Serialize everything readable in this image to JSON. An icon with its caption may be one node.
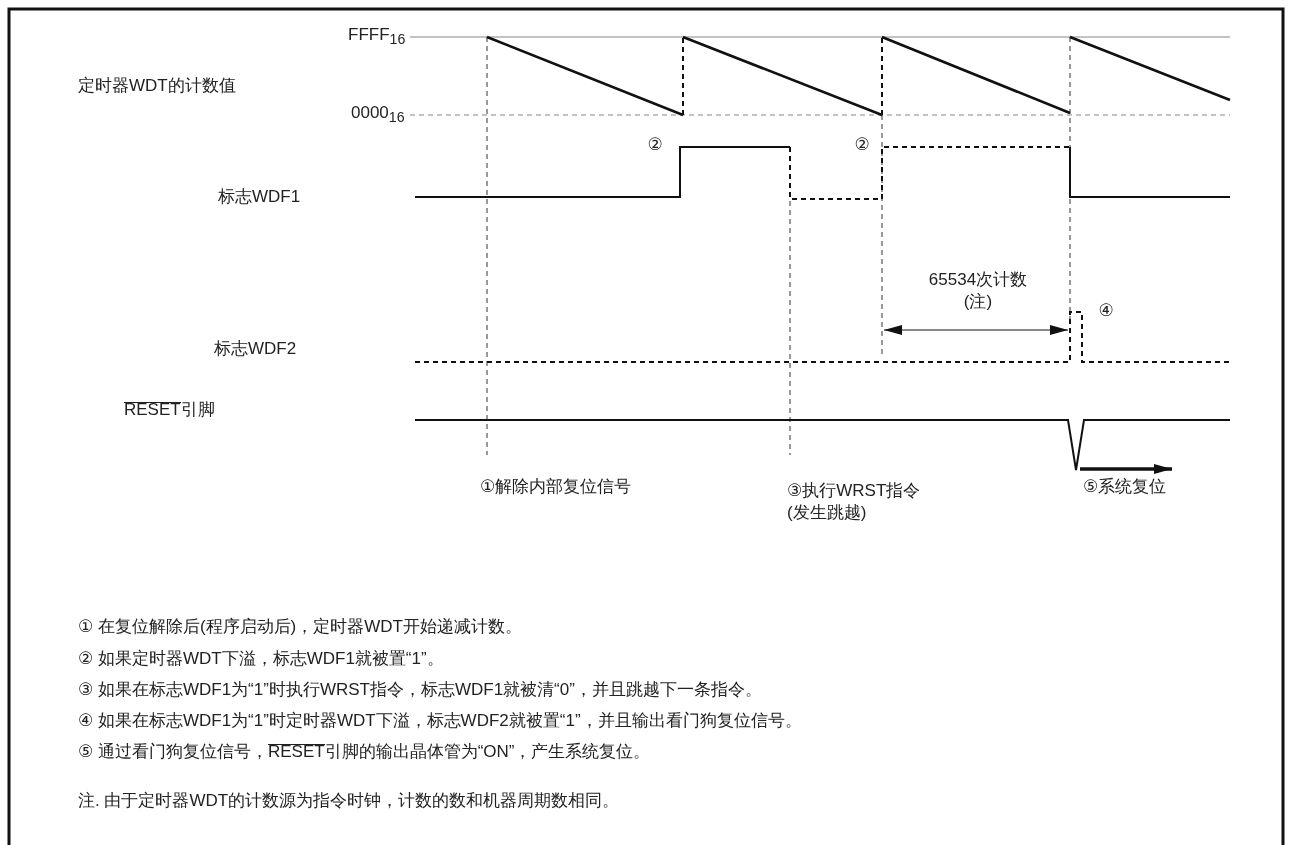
{
  "diagram": {
    "labels": [
      "FFFF$_{16}$",
      "定时器WDT的计数值",
      "0000$_{16}$",
      "②",
      "②",
      "标志WDF1",
      "65534次计数 (注)",
      "④",
      "标志WDF2",
      "RESET引脚",
      "①解除内部复位信号",
      "③执行WRST指令 (发生跳越)",
      "⑤系统复位",
      "① 在复位解除后(程序启动后)，定时器WDT开始递减计数。",
      "② 如果定时器WDT下溢，标志WDF1就被置“1”。",
      "③ 如果在标志WDF1为“1”时执行WRST指令，标志WDF1就被清“0”，并且跳越下一条指令。",
      "④ 如果在标志WDF1为“1”时定时器WDT下溢，标志WDF2就被置“1”，并且输出看门狗复位信号。",
      "⑤ 通过看门狗复位信号，RESET引脚的输出晶体管为“ON”，产生系统复位。",
      "注. 由于定时器WDT的计数源为指令时钟，计数的数和机器周期数相同。"
    ]
  }
}
